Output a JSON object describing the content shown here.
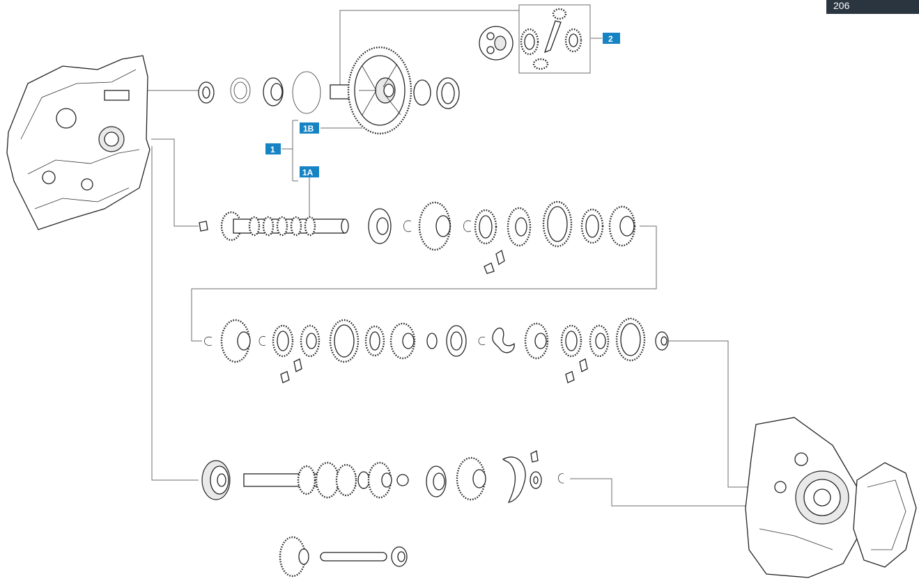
{
  "page": {
    "number": "206"
  },
  "callouts": {
    "c1": "1",
    "c1a": "1A",
    "c1b": "1B",
    "c2": "2"
  },
  "colors": {
    "callout_fill": "#1683c4",
    "page_tab": "#2b3540",
    "leader_line": "#6b6b6b"
  }
}
